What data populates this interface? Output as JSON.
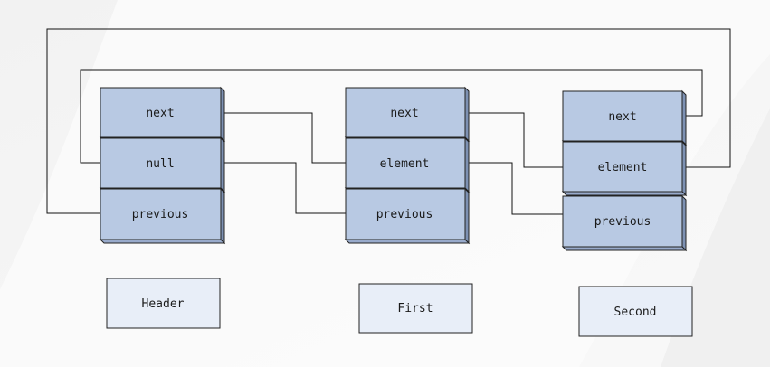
{
  "nodes": [
    {
      "id": "header",
      "cells": [
        "next",
        "null",
        "previous"
      ],
      "label": "Header"
    },
    {
      "id": "first",
      "cells": [
        "next",
        "element",
        "previous"
      ],
      "label": "First"
    },
    {
      "id": "second",
      "cells": [
        "next",
        "element",
        "previous"
      ],
      "label": "Second"
    }
  ],
  "colors": {
    "cell_fill": "#b8c9e3",
    "label_fill": "#e8eef8",
    "line": "#111111"
  }
}
